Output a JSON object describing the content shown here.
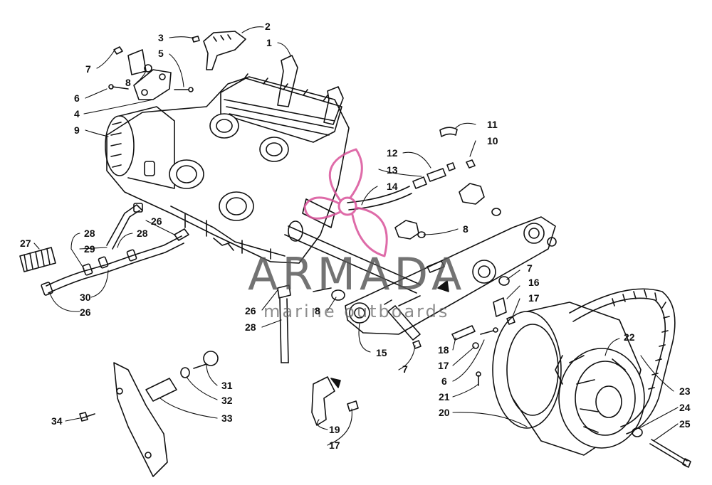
{
  "watermark": {
    "name": "ARMADA",
    "tagline": "marine outboards",
    "accent": "#d9529a"
  },
  "line_color": "#111111",
  "callouts": [
    {
      "id": "c2",
      "label": "2"
    },
    {
      "id": "c1",
      "label": "1"
    },
    {
      "id": "c3",
      "label": "3"
    },
    {
      "id": "c5",
      "label": "5"
    },
    {
      "id": "c7a",
      "label": "7"
    },
    {
      "id": "c8a",
      "label": "8"
    },
    {
      "id": "c6a",
      "label": "6"
    },
    {
      "id": "c4",
      "label": "4"
    },
    {
      "id": "c9",
      "label": "9"
    },
    {
      "id": "c11",
      "label": "11"
    },
    {
      "id": "c10",
      "label": "10"
    },
    {
      "id": "c12",
      "label": "12"
    },
    {
      "id": "c13",
      "label": "13"
    },
    {
      "id": "c14",
      "label": "14"
    },
    {
      "id": "c8b",
      "label": "8"
    },
    {
      "id": "c27",
      "label": "27"
    },
    {
      "id": "c28a",
      "label": "28"
    },
    {
      "id": "c29",
      "label": "29"
    },
    {
      "id": "c28b",
      "label": "28"
    },
    {
      "id": "c26a",
      "label": "26"
    },
    {
      "id": "c30",
      "label": "30"
    },
    {
      "id": "c26b",
      "label": "26"
    },
    {
      "id": "c7b",
      "label": "7"
    },
    {
      "id": "c16",
      "label": "16"
    },
    {
      "id": "c17a",
      "label": "17"
    },
    {
      "id": "c26c",
      "label": "26"
    },
    {
      "id": "c8c",
      "label": "8"
    },
    {
      "id": "c28c",
      "label": "28"
    },
    {
      "id": "c22",
      "label": "22"
    },
    {
      "id": "c15",
      "label": "15"
    },
    {
      "id": "c18",
      "label": "18"
    },
    {
      "id": "c7c",
      "label": "7"
    },
    {
      "id": "c17b",
      "label": "17"
    },
    {
      "id": "c6b",
      "label": "6"
    },
    {
      "id": "c21",
      "label": "21"
    },
    {
      "id": "c23",
      "label": "23"
    },
    {
      "id": "c31",
      "label": "31"
    },
    {
      "id": "c32",
      "label": "32"
    },
    {
      "id": "c20",
      "label": "20"
    },
    {
      "id": "c24",
      "label": "24"
    },
    {
      "id": "c34",
      "label": "34"
    },
    {
      "id": "c33",
      "label": "33"
    },
    {
      "id": "c25",
      "label": "25"
    },
    {
      "id": "c19",
      "label": "19"
    },
    {
      "id": "c17c",
      "label": "17"
    }
  ]
}
